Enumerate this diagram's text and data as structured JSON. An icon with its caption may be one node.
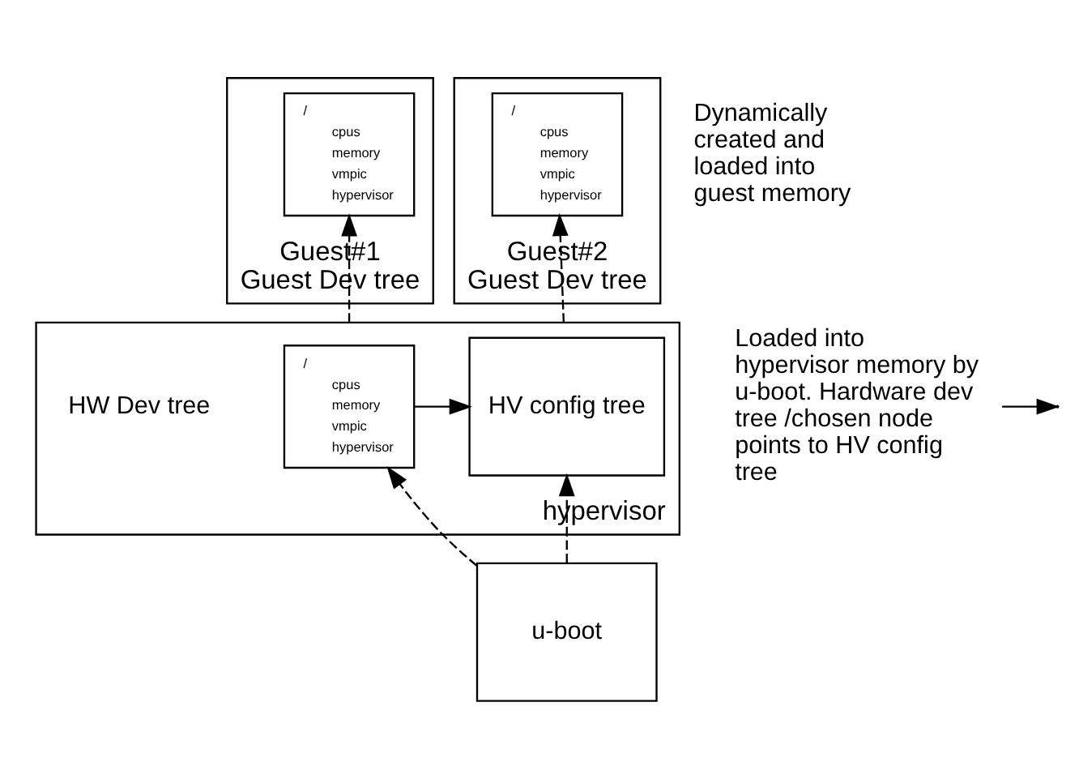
{
  "diagram": {
    "nodes": [
      {
        "text": [
          "Guest#1",
          "Guest Dev tree"
        ]
      },
      {
        "text": [
          "/",
          "cpus",
          "memory",
          "vmpic",
          "hypervisor"
        ],
        "in": 0
      },
      {
        "text": [
          "Guest#2",
          "Guest Dev tree"
        ]
      },
      {
        "text": [
          "/",
          "cpus",
          "memory",
          "vmpic",
          "hypervisor"
        ],
        "in": 2
      },
      {
        "text": [
          "hypervisor"
        ]
      },
      {
        "text": [
          "/",
          "cpus",
          "memory",
          "vmpic",
          "hypervisor"
        ],
        "beside": [
          "HW Dev tree"
        ],
        "in": 4
      },
      {
        "text": [
          "HV config tree"
        ],
        "in": 4
      },
      {
        "text": [
          "u-boot"
        ]
      },
      {
        "text": [
          "Loaded into hypervisor memory by u-boot. Hardware dev tree /chosen node points to HV config tree"
        ]
      }
    ],
    "edges": [
      {
        "from": 4,
        "to": 1,
        "arrow": "to",
        "style": "dashed"
      },
      {
        "from": 4,
        "to": 3,
        "arrow": "to",
        "style": "dashed"
      },
      {
        "from": 5,
        "to": 6,
        "arrow": "to"
      },
      {
        "from": 7,
        "to": 5,
        "arrow": "to",
        "style": "dashed"
      },
      {
        "from": 7,
        "to": 6,
        "arrow": "to",
        "style": "dashed"
      },
      {
        "from": 8,
        "to": null,
        "arrow": "to"
      }
    ],
    "labels": [
      "Dynamically created and loaded into guest memory"
    ]
  }
}
